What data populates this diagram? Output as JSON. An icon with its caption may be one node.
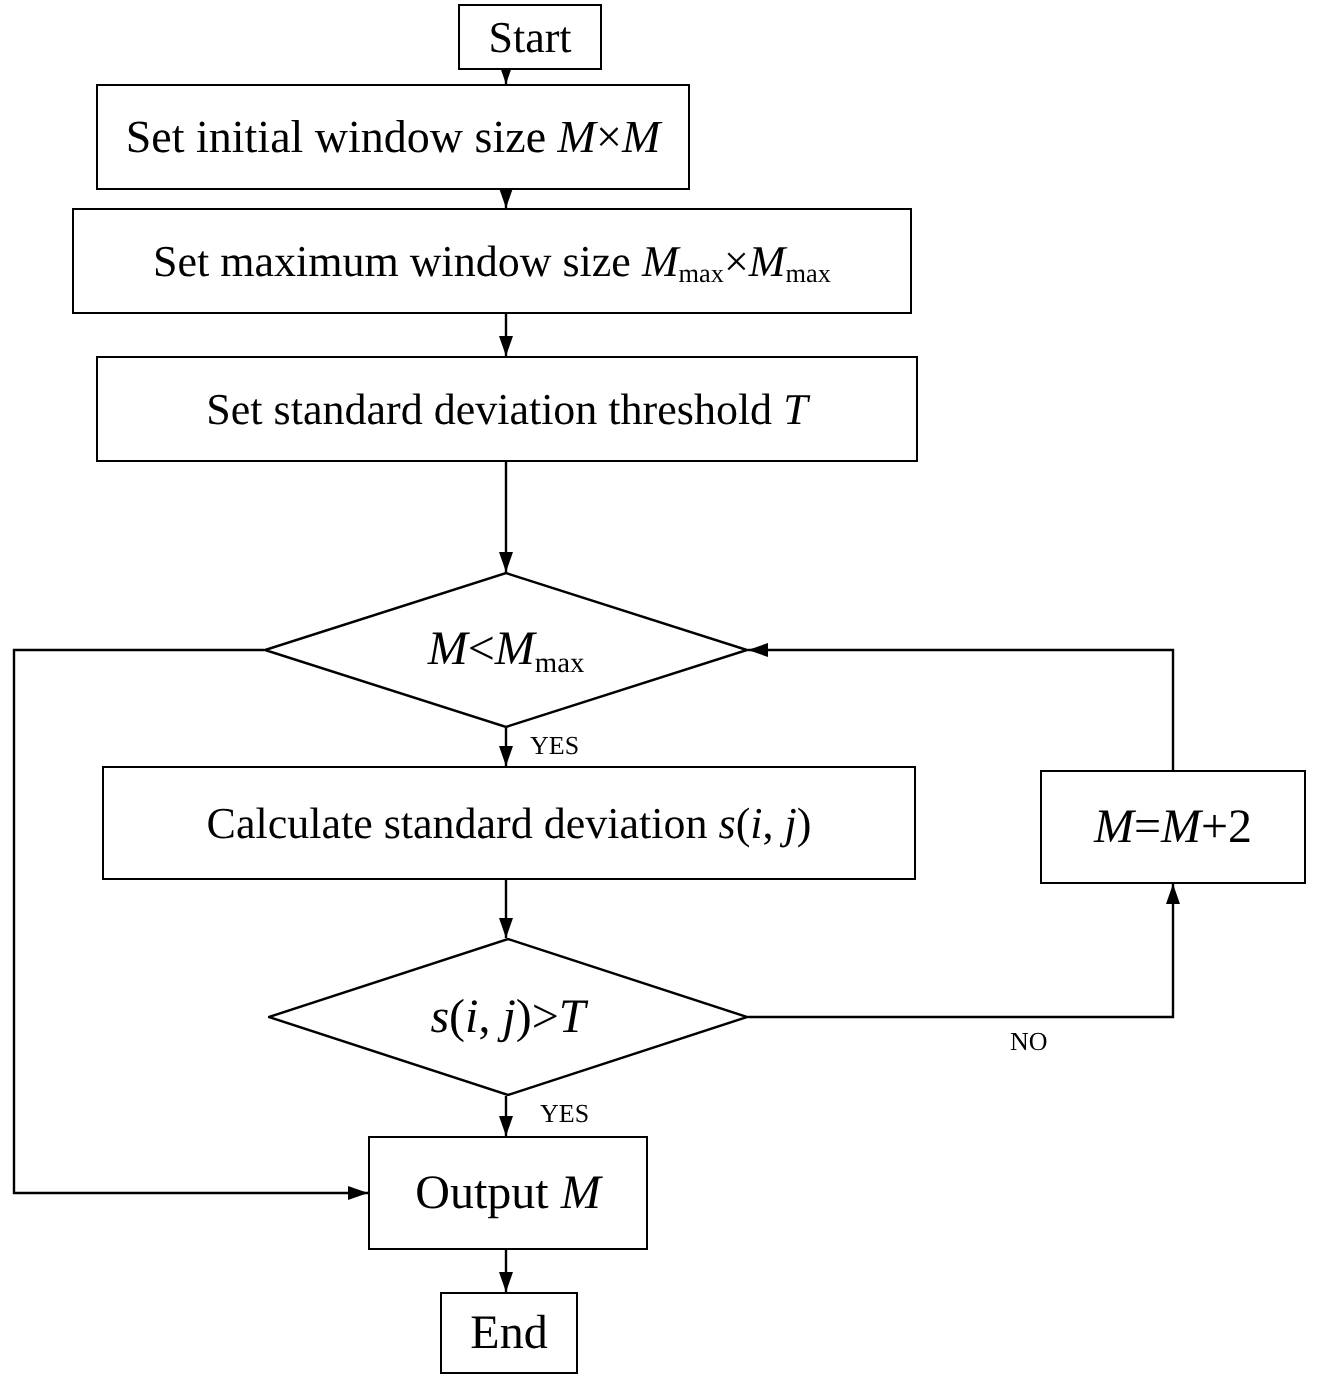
{
  "diagram": {
    "nodes": [
      {
        "text": [
          "Start"
        ]
      },
      {
        "text": [
          "Set initial window size *M*×*M*"
        ]
      },
      {
        "text": [
          "Set maximum window size *M*$_{max}$×*M*$_{max}$"
        ]
      },
      {
        "text": [
          "Set standard deviation threshold *T*"
        ]
      },
      {
        "text": [
          "*M*<*M*$_{max}$"
        ]
      },
      {
        "text": [
          "Calculate standard deviation *s*(*i*, *j*)"
        ]
      },
      {
        "text": [
          "*M*=*M*+2"
        ]
      },
      {
        "text": [
          "*s*(*i*, *j*)>*T*"
        ]
      },
      {
        "text": [
          "Output *M*"
        ]
      },
      {
        "text": [
          "End"
        ]
      }
    ],
    "edges": [
      {
        "from": 0,
        "to": 1,
        "arrow": "to"
      },
      {
        "from": 1,
        "to": 2,
        "arrow": "to"
      },
      {
        "from": 2,
        "to": 3,
        "arrow": "to"
      },
      {
        "from": 3,
        "to": 4,
        "arrow": "to"
      },
      {
        "from": 4,
        "to": 5,
        "arrow": "to",
        "label": "YES"
      },
      {
        "from": 5,
        "to": 7,
        "arrow": "to"
      },
      {
        "from": 7,
        "to": 8,
        "arrow": "to",
        "label": "YES"
      },
      {
        "from": 7,
        "to": 6,
        "arrow": "to",
        "label": "NO"
      },
      {
        "from": 6,
        "to": 4,
        "arrow": "to"
      },
      {
        "from": 4,
        "to": 8,
        "arrow": "to"
      },
      {
        "from": 8,
        "to": 9,
        "arrow": "to"
      }
    ]
  }
}
